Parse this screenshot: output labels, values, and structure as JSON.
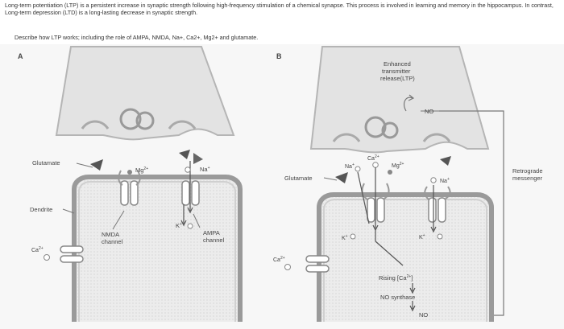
{
  "intro": "Long-term potentiation (LTP) is a persistent increase in synaptic strength following high-frequency stimulation of a chemical synapse. This process is involved in learning and memory in the hippocampus. In contrast, Long-term depression (LTD) is a long-lasting decrease in synaptic strength.",
  "question": "Describe how LTP works; including the role of AMPA, NMDA, Na+, Ca2+, Mg2+ and glutamate.",
  "panel_a": {
    "letter": "A",
    "glutamate": "Glutamate",
    "dendrite": "Dendrite",
    "mg": "Mg",
    "mg_sup": "2+",
    "na": "Na",
    "na_sup": "+",
    "k": "K",
    "k_sup": "+",
    "ca": "Ca",
    "ca_sup": "2+",
    "nmda_1": "NMDA",
    "nmda_2": "channel",
    "ampa_1": "AMPA",
    "ampa_2": "channel"
  },
  "panel_b": {
    "letter": "B",
    "enhanced_1": "Enhanced",
    "enhanced_2": "transmitter",
    "enhanced_3": "release(LTP)",
    "no_top": "NO",
    "glutamate": "Glutamate",
    "na_left": "Na",
    "na_left_sup": "+",
    "ca_top": "Ca",
    "ca_top_sup": "2+",
    "mg": "Mg",
    "mg_sup": "2+",
    "na_right": "Na",
    "na_right_sup": "+",
    "k_left": "K",
    "k_left_sup": "+",
    "k_right": "K",
    "k_right_sup": "+",
    "ca_left": "Ca",
    "ca_left_sup": "2+",
    "rising": "Rising [Ca",
    "rising_sup": "2+",
    "rising_end": "]",
    "synthase": "NO synthase",
    "no_bottom": "NO",
    "retro_1": "Retrograde",
    "retro_2": "messenger"
  }
}
